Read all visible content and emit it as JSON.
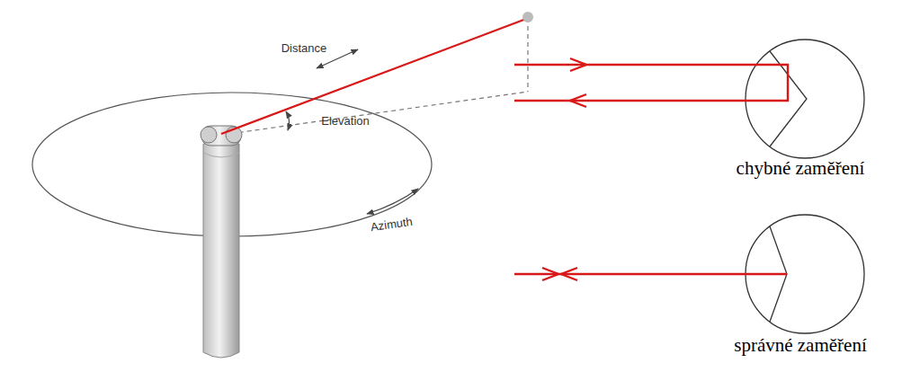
{
  "diagram": {
    "labels": [
      "Distance",
      "Elevation",
      "Azimuth",
      "chybné zaměření",
      "správné zaměření"
    ]
  }
}
